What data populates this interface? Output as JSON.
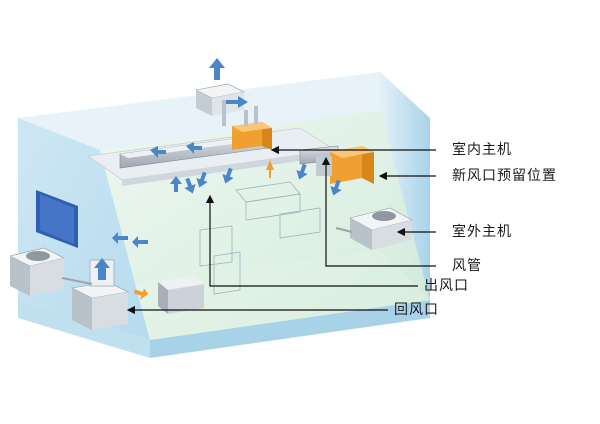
{
  "labels": {
    "indoor_unit": "室内主机",
    "fresh_air_inlet": "新风口预留位置",
    "outdoor_unit": "室外主机",
    "duct": "风管",
    "supply_outlet": "出风口",
    "return_outlet": "回风口"
  },
  "colors": {
    "line": "#111111",
    "arrow": "#4a86c8",
    "accent": "#f0a030",
    "wall": "#cfe6f2",
    "floor": "#dcefe0"
  }
}
